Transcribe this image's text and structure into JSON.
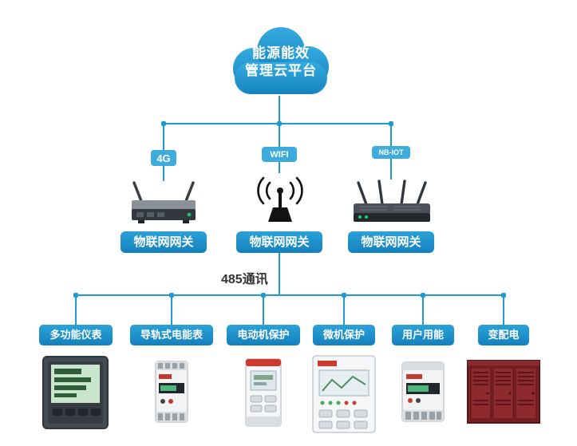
{
  "colors": {
    "primary_blue": "#1e9ad3",
    "badge_blue": "#3dacdd",
    "label_blue_top": "#2ba2d8",
    "label_blue_bottom": "#1480bd",
    "bus_text_color": "#333333",
    "cabinet_red": "#7a1f23"
  },
  "cloud": {
    "line1": "能源能效",
    "line2": "管理云平台"
  },
  "gateways": [
    {
      "badge": "4G",
      "label": "物联网网关",
      "device_icon": "router-4g-icon"
    },
    {
      "badge": "WIFI",
      "label": "物联网网关",
      "device_icon": "wifi-antenna-icon"
    },
    {
      "badge": "NB-IOT",
      "label": "物联网网关",
      "device_icon": "router-nbiot-icon"
    }
  ],
  "bus": {
    "label": "485通讯"
  },
  "devices": [
    {
      "label": "多功能仪表",
      "icon": "multifunction-meter-icon"
    },
    {
      "label": "导轨式电能表",
      "icon": "din-rail-meter-icon"
    },
    {
      "label": "电动机保护",
      "icon": "motor-protection-icon"
    },
    {
      "label": "微机保护",
      "icon": "micro-protection-icon"
    },
    {
      "label": "用户用能",
      "icon": "energy-meter-icon"
    },
    {
      "label": "变配电",
      "icon": "distribution-cabinet-icon"
    }
  ]
}
